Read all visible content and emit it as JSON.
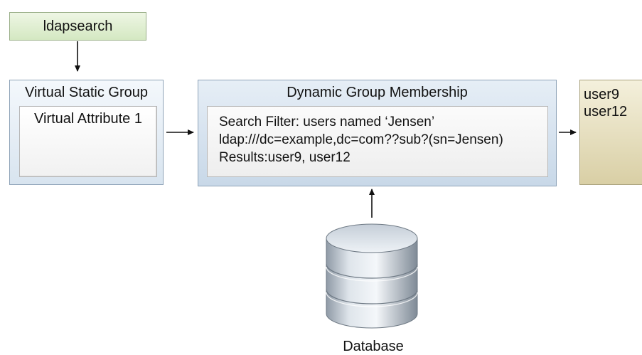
{
  "diagram": {
    "ldapsearch": {
      "label": "ldapsearch"
    },
    "virtual_static_group": {
      "title": "Virtual Static Group",
      "attribute_label": "Virtual Attribute 1"
    },
    "dynamic_group": {
      "title": "Dynamic Group Membership",
      "lines": [
        "Search Filter: users named ‘Jensen’",
        "ldap:///dc=example,dc=com??sub?(sn=Jensen)",
        "Results:user9, user12"
      ]
    },
    "results": {
      "users": [
        "user9",
        "user12"
      ]
    },
    "database": {
      "label": "Database"
    }
  },
  "colors": {
    "green_box": "#d4e8c2",
    "blue_box": "#c8d8e8",
    "tan_box": "#d9cfa5",
    "arrow": "#111111"
  }
}
